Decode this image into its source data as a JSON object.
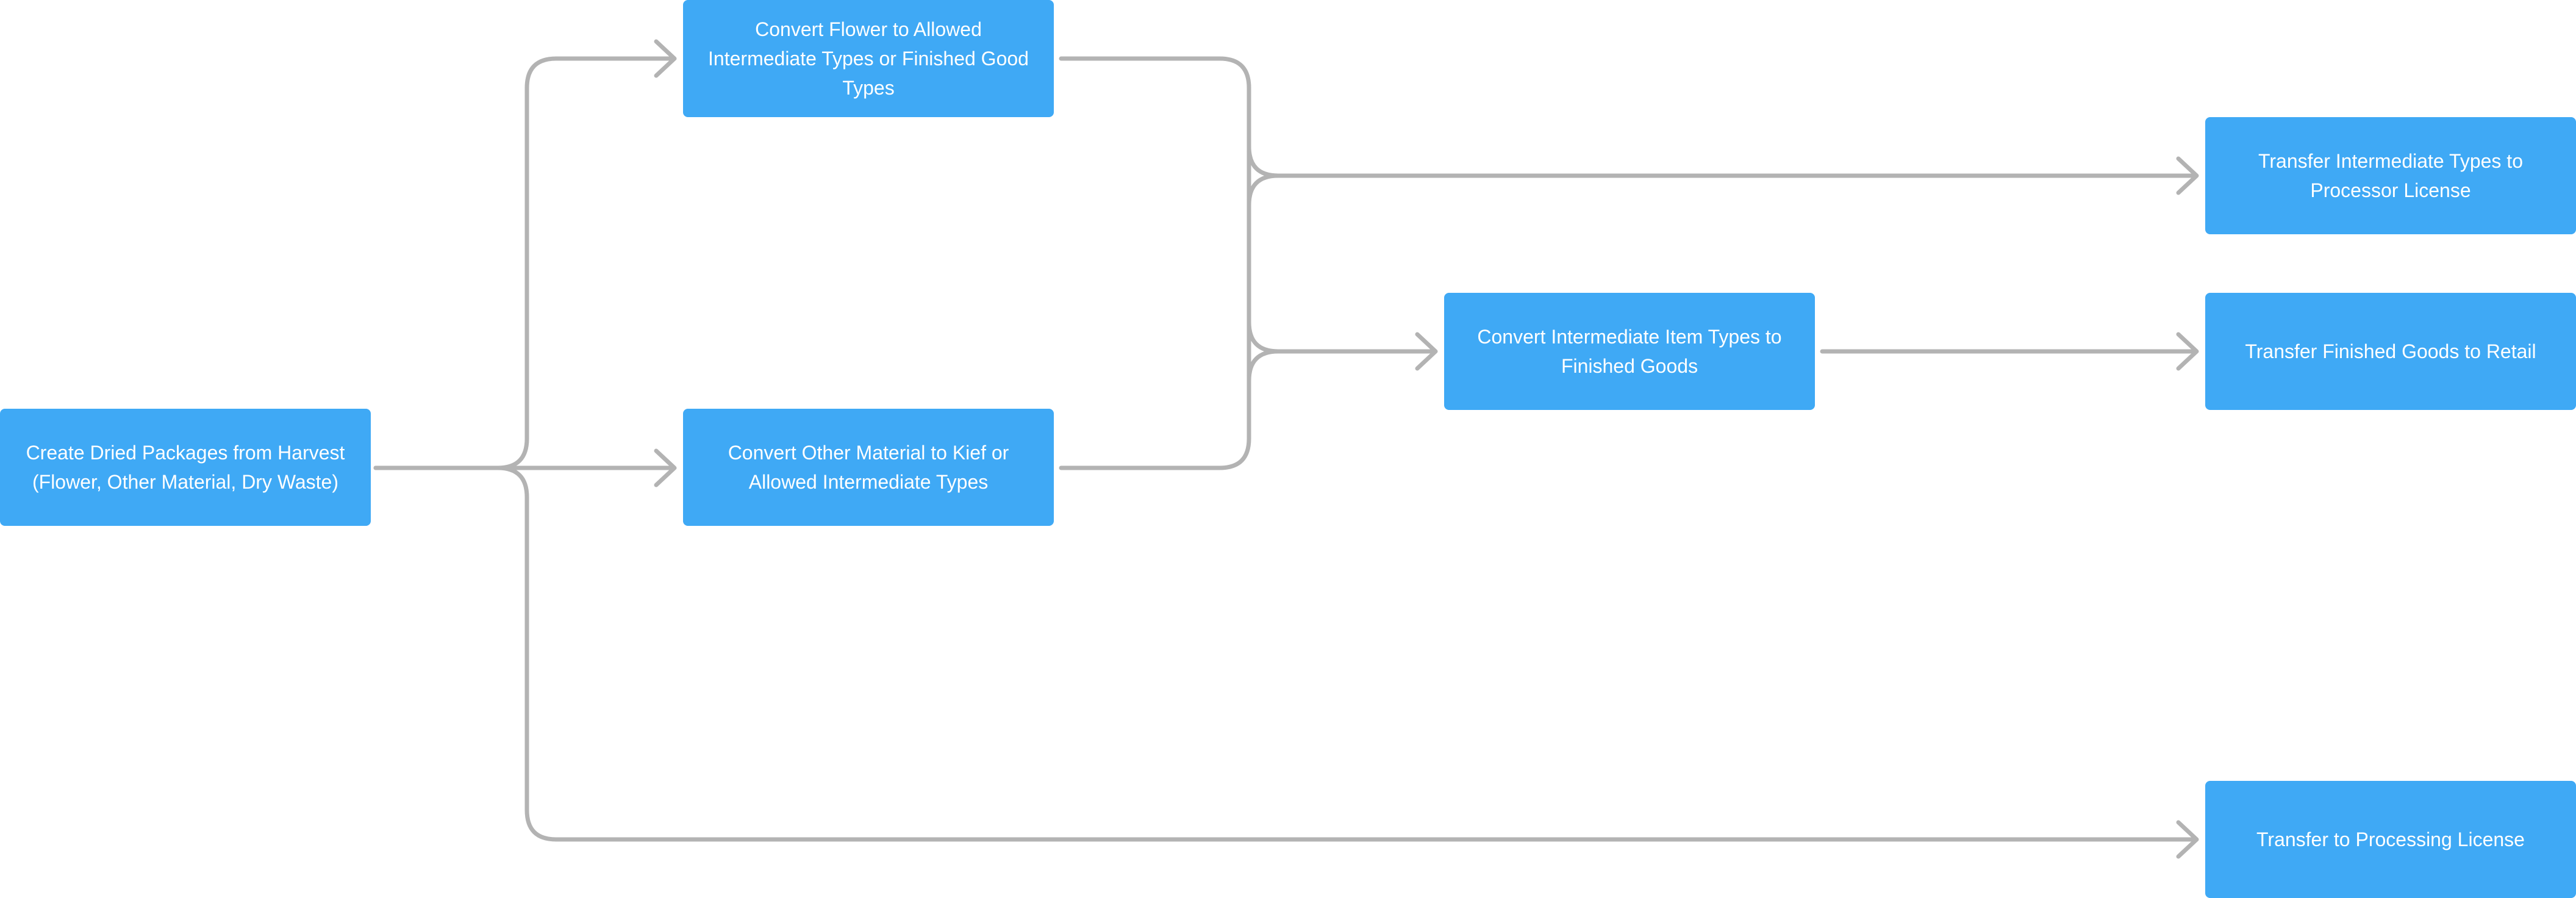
{
  "colors": {
    "node_fill": "#3FA9F5",
    "node_text": "#FFFFFF",
    "connector": "#B3B3B3",
    "background": "#FFFFFF"
  },
  "nodes": [
    {
      "id": "create-dried-packages",
      "label": "Create Dried Packages from Harvest (Flower, Other Material, Dry Waste)"
    },
    {
      "id": "convert-flower",
      "label": "Convert Flower to Allowed Intermediate Types or Finished Good Types"
    },
    {
      "id": "convert-other-material",
      "label": "Convert Other Material to Kief or Allowed Intermediate Types"
    },
    {
      "id": "convert-intermediate",
      "label": "Convert Intermediate Item Types to Finished Goods"
    },
    {
      "id": "transfer-intermediate",
      "label": "Transfer Intermediate Types to Processor License"
    },
    {
      "id": "transfer-finished",
      "label": "Transfer Finished Goods to Retail"
    },
    {
      "id": "transfer-processing",
      "label": "Transfer to Processing License"
    }
  ],
  "edges": [
    {
      "from": "create-dried-packages",
      "to": "convert-flower"
    },
    {
      "from": "create-dried-packages",
      "to": "convert-other-material"
    },
    {
      "from": "create-dried-packages",
      "to": "transfer-processing"
    },
    {
      "from": "convert-flower",
      "to": "transfer-intermediate"
    },
    {
      "from": "convert-flower",
      "to": "convert-intermediate"
    },
    {
      "from": "convert-other-material",
      "to": "transfer-intermediate"
    },
    {
      "from": "convert-other-material",
      "to": "convert-intermediate"
    },
    {
      "from": "convert-intermediate",
      "to": "transfer-finished"
    }
  ]
}
